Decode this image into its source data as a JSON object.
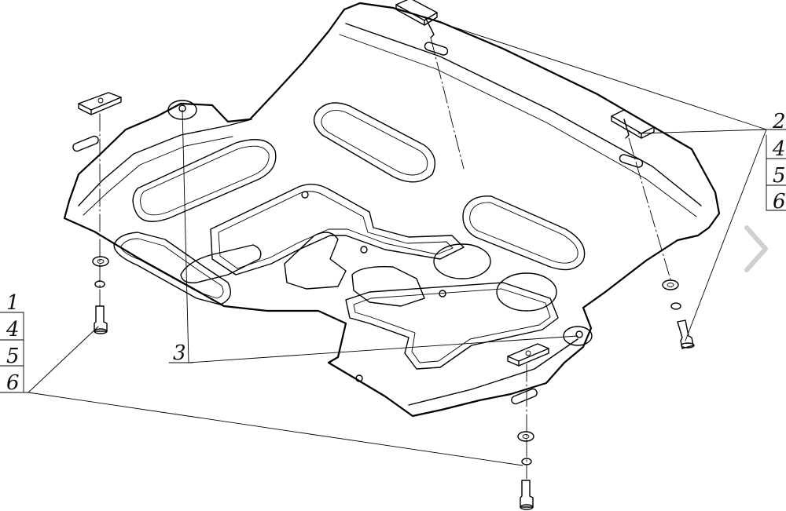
{
  "callouts": {
    "top_right": [
      "2",
      "4",
      "5",
      "6"
    ],
    "left": [
      "1",
      "4",
      "5",
      "6"
    ],
    "center": "3"
  },
  "nav": {
    "next_icon": "chevron-right-icon"
  },
  "colors": {
    "line": "#000000",
    "background": "#ffffff",
    "chevron": "#d0d0d0"
  }
}
